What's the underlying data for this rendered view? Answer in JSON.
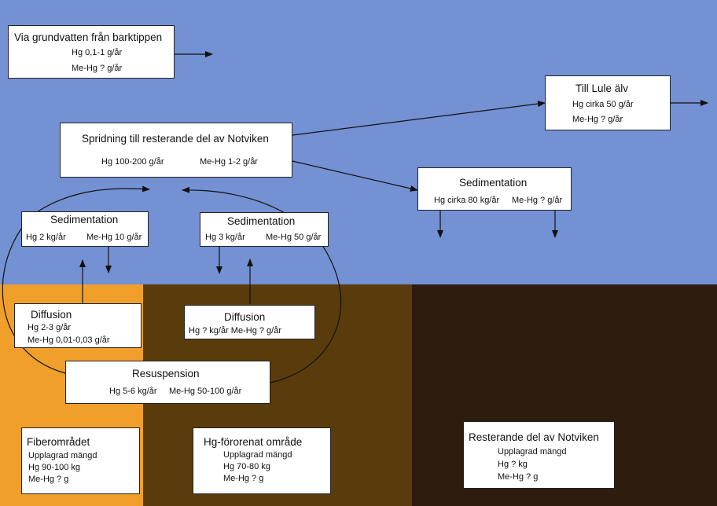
{
  "colors": {
    "water": "#7391d3",
    "fiber_zone": "#f0a02a",
    "hg_zone": "#5a3b0c",
    "rest_zone": "#2e1d0f",
    "box": "#ffffff",
    "line": "#111111"
  },
  "boxes": {
    "groundwater": {
      "title": "Via grundvatten från barktippen",
      "hg": "Hg 0,1-1 g/år",
      "mehg": "Me-Hg ? g/år"
    },
    "lule": {
      "title": "Till Lule älv",
      "hg": "Hg cirka 50 g/år",
      "mehg": "Me-Hg ? g/år"
    },
    "spread": {
      "title": "Spridning till resterande del av Notviken",
      "hg": "Hg 100-200 g/år",
      "mehg": "Me-Hg 1-2 g/år"
    },
    "sed_right": {
      "title": "Sedimentation",
      "hg": "Hg cirka 80 kg/år",
      "mehg": "Me-Hg ? g/år"
    },
    "sed_left": {
      "title": "Sedimentation",
      "hg": "Hg 2 kg/år",
      "mehg": "Me-Hg 10 g/år"
    },
    "sed_mid": {
      "title": "Sedimentation",
      "hg": "Hg 3 kg/år",
      "mehg": "Me-Hg 50 g/år"
    },
    "diff_left": {
      "title": "Diffusion",
      "hg": "Hg 2-3 g/år",
      "mehg": "Me-Hg 0,01-0,03 g/år"
    },
    "diff_mid": {
      "title": "Diffusion",
      "line": "Hg ? kg/år Me-Hg ? g/år"
    },
    "resusp": {
      "title": "Resuspension",
      "hg": "Hg 5-6 kg/år",
      "mehg": "Me-Hg 50-100 g/år"
    },
    "fiber": {
      "title": "Fiberområdet",
      "l1": "Upplagrad mängd",
      "l2": "Hg 90-100 kg",
      "l3": "Me-Hg ? g"
    },
    "hgarea": {
      "title": "Hg-förorenat område",
      "l1": "Upplagrad mängd",
      "l2": "Hg 70-80 kg",
      "l3": "Me-Hg ? g"
    },
    "rest": {
      "title": "Resterande del av Notviken",
      "l1": "Upplagrad mängd",
      "l2": "Hg ? kg",
      "l3": "Me-Hg ? g"
    }
  }
}
